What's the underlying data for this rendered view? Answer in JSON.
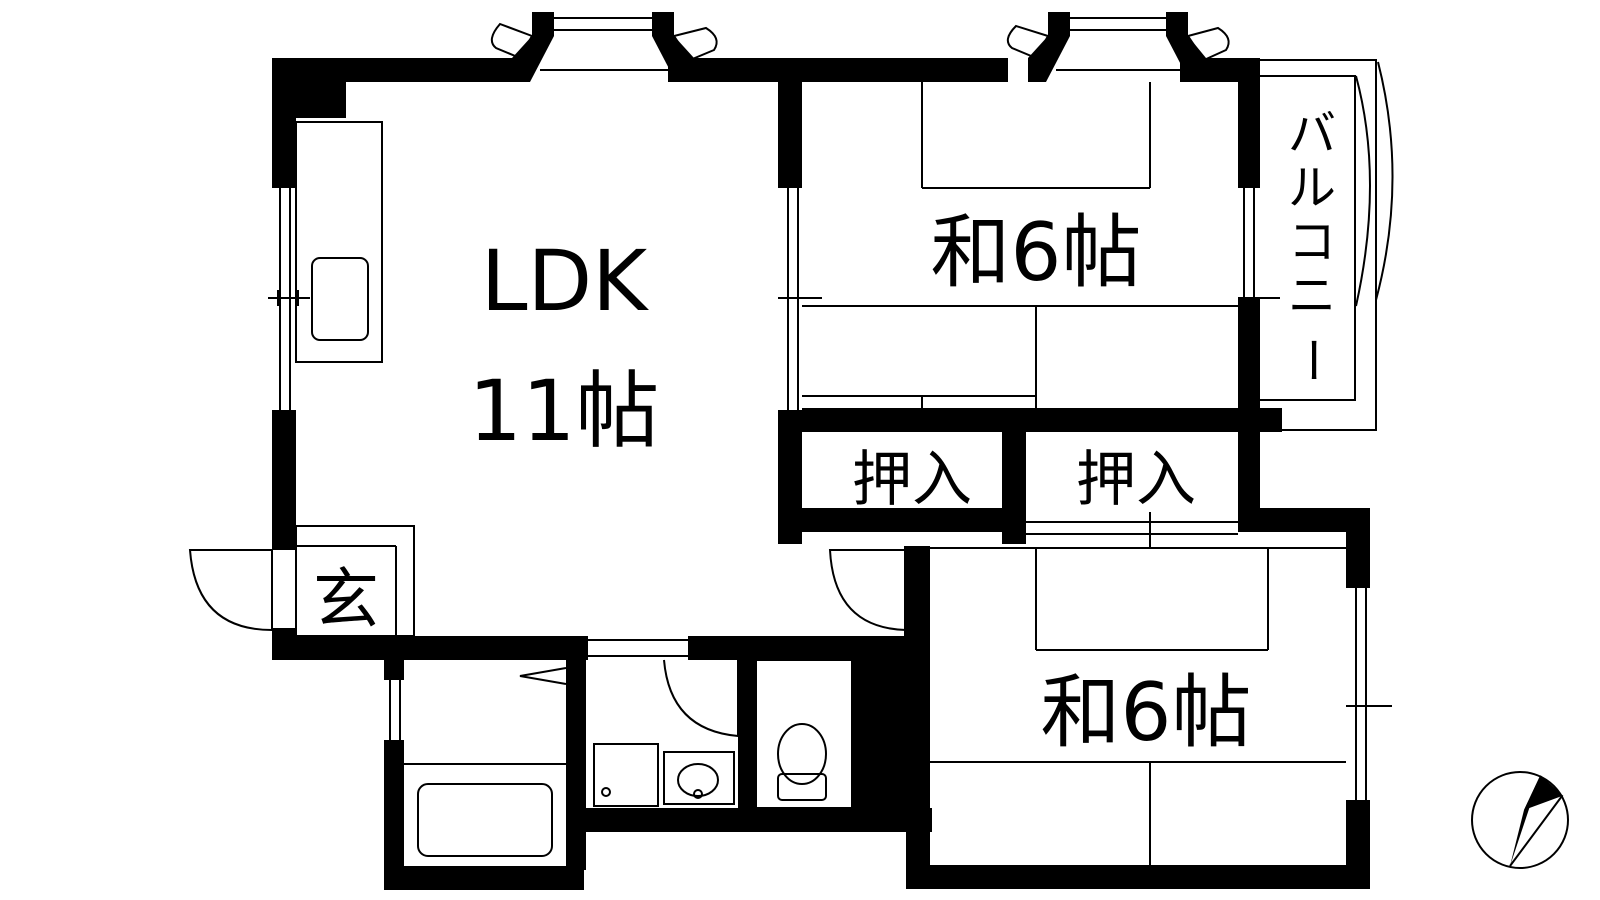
{
  "rooms": {
    "ldk_name": "LDK",
    "ldk_size": "11帖",
    "jp1": "和6帖",
    "jp2": "和6帖",
    "closet1": "押入",
    "closet2": "押入",
    "entrance": "玄",
    "balcony_chars": [
      "バ",
      "ル",
      "コ",
      "ニ",
      "ー"
    ]
  },
  "compass": {
    "icon": "north-arrow-icon",
    "direction": "north-north-east"
  },
  "colors": {
    "line": "#000000",
    "background": "#ffffff"
  }
}
